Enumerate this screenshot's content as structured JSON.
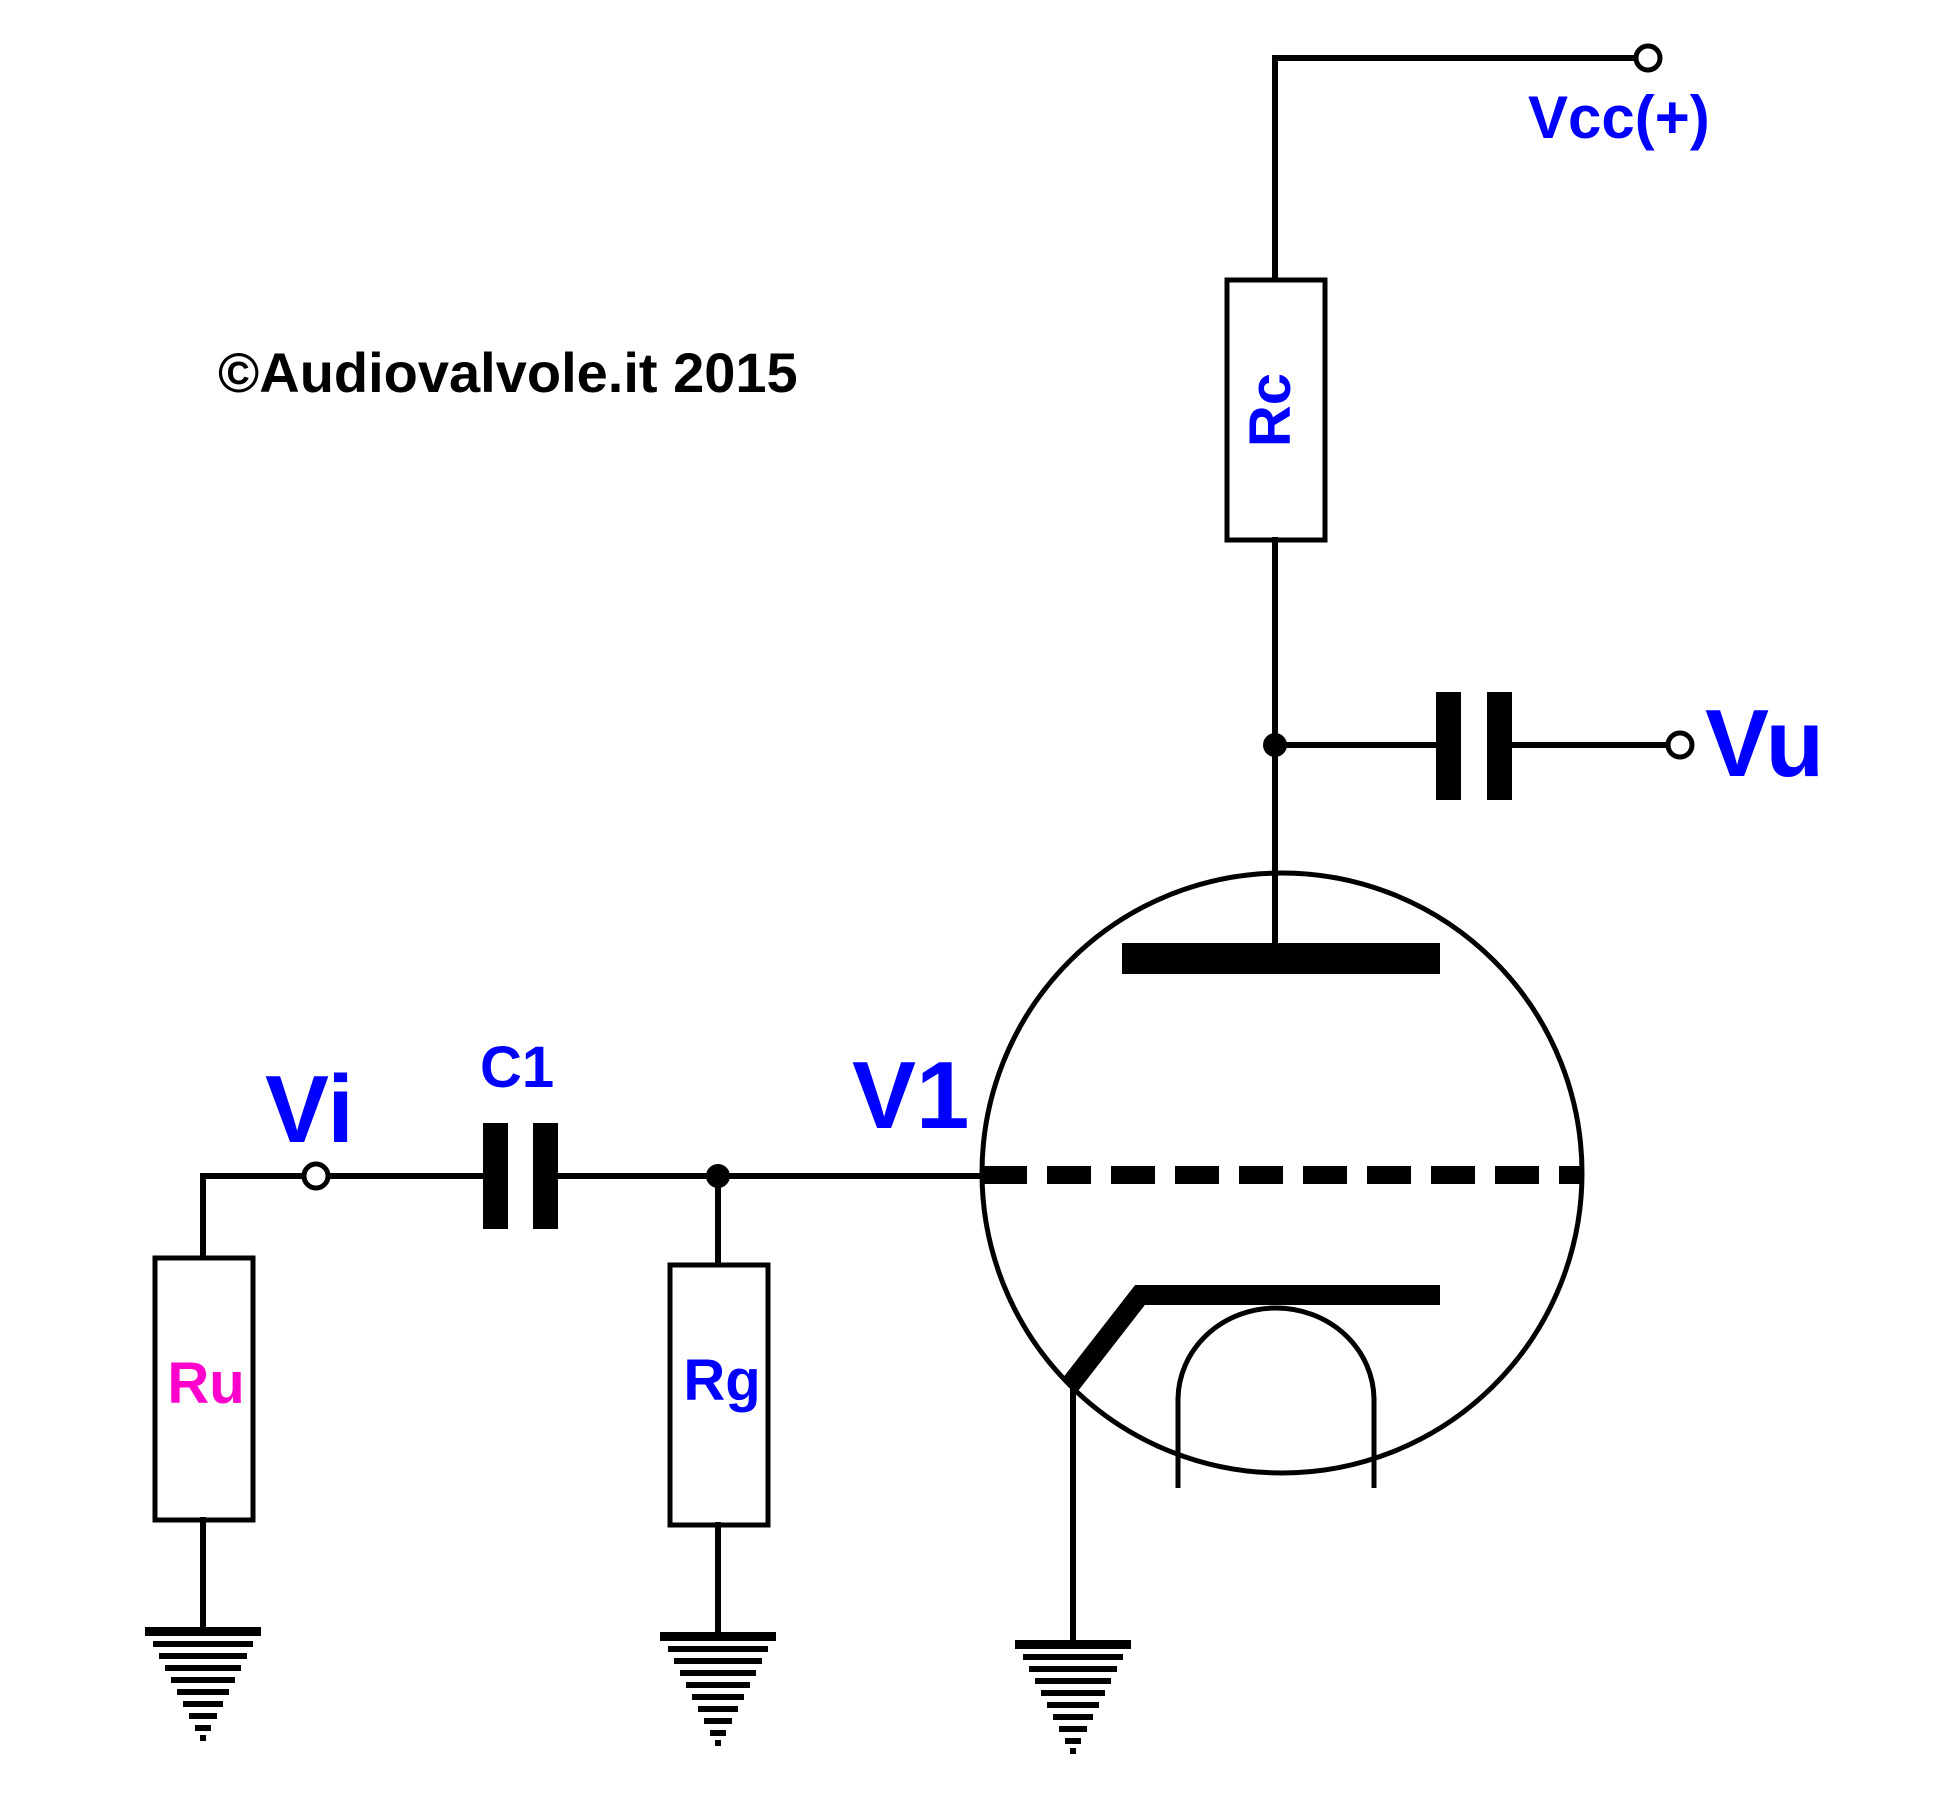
{
  "copyright": "©Audiovalvole.it 2015",
  "labels": {
    "vcc": "Vcc(+)",
    "rc": "Rc",
    "vu": "Vu",
    "vi": "Vi",
    "c1": "C1",
    "v1": "V1",
    "ru": "Ru",
    "rg": "Rg"
  },
  "colors": {
    "wire": "#000000",
    "label_blue": "#0000ff",
    "label_magenta": "#ff00cc",
    "copyright": "#000000"
  }
}
